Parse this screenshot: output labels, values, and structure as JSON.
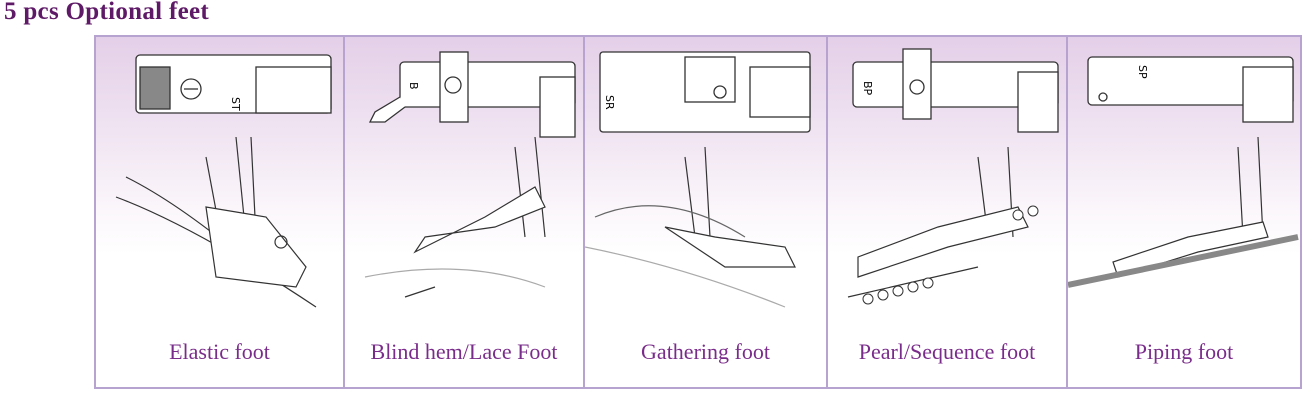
{
  "title": "5 pcs Optional feet",
  "feet": [
    {
      "label": "Elastic foot",
      "code": "ST"
    },
    {
      "label": "Blind hem/Lace Foot",
      "code": "B"
    },
    {
      "label": "Gathering foot",
      "code": "SR"
    },
    {
      "label": "Pearl/Sequence foot",
      "code": "BP"
    },
    {
      "label": "Piping foot",
      "code": "SP"
    }
  ],
  "colors": {
    "title": "#5e1a66",
    "label": "#7a2c8a",
    "border": "#b7a3cf",
    "panel_top": "#e4cfe8"
  }
}
